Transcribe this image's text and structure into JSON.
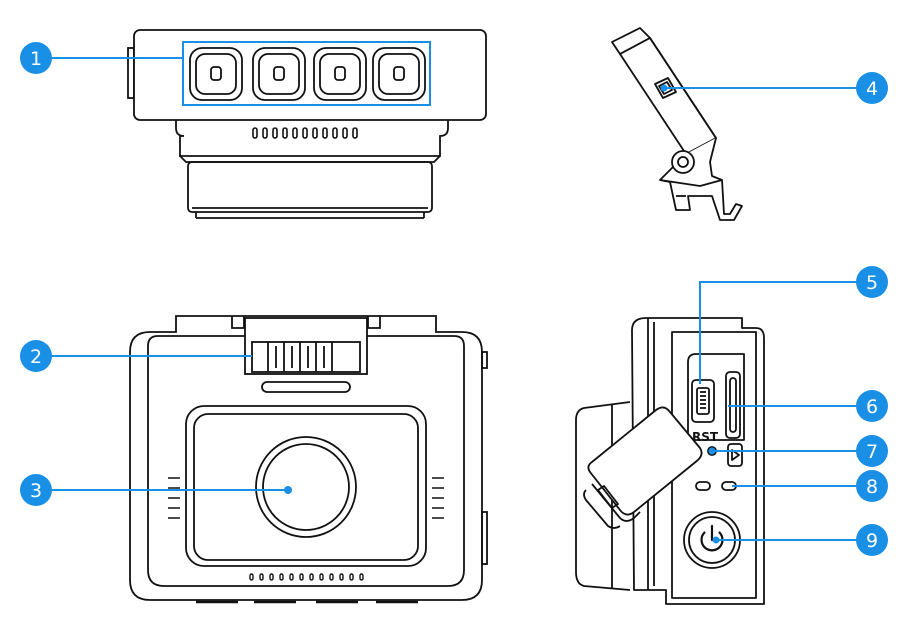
{
  "theme": {
    "accent": "#1a8fe6",
    "line": "#111111",
    "fill": "#ffffff"
  },
  "callouts": [
    {
      "number": "1"
    },
    {
      "number": "2"
    },
    {
      "number": "3"
    },
    {
      "number": "4"
    },
    {
      "number": "5"
    },
    {
      "number": "6"
    },
    {
      "number": "7"
    },
    {
      "number": "8"
    },
    {
      "number": "9"
    }
  ],
  "side_view": {
    "reset_label": "RST"
  },
  "icons": {
    "power": "power-icon",
    "play": "play-icon",
    "usb": "usb-port-icon"
  }
}
